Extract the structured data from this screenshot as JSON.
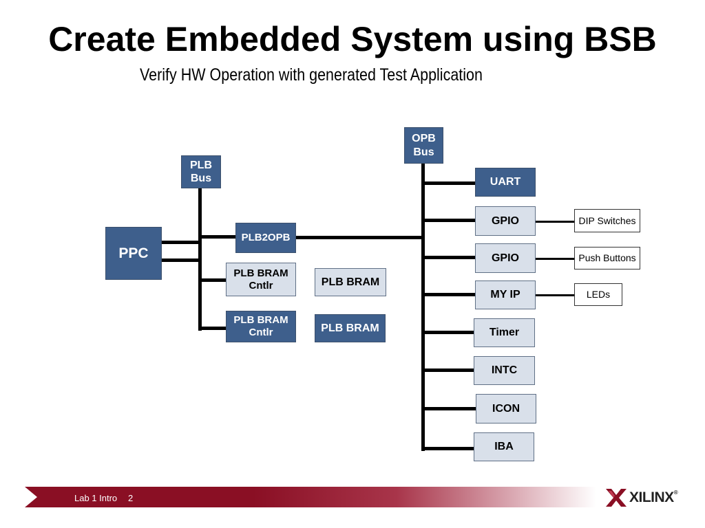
{
  "slide": {
    "title": "Create Embedded System using BSB",
    "subtitle": "Verify HW Operation with generated Test Application"
  },
  "diagram": {
    "ppc": "PPC",
    "plb_bus": "PLB\nBus",
    "plb2opb": "PLB2OPB",
    "bram_cntlr_1": "PLB BRAM\nCntlr",
    "bram_cntlr_2": "PLB BRAM\nCntlr",
    "bram_1": "PLB BRAM",
    "bram_2": "PLB BRAM",
    "opb_bus": "OPB\nBus",
    "opb_peripherals": [
      "UART",
      "GPIO",
      "GPIO",
      "MY IP",
      "Timer",
      "INTC",
      "ICON",
      "IBA"
    ],
    "external": [
      "DIP Switches",
      "Push Buttons",
      "LEDs"
    ]
  },
  "footer": {
    "label": "Lab 1 Intro",
    "page": "2",
    "logo": "XILINX",
    "logo_mark": "®"
  },
  "colors": {
    "dark_box": "#3e5f8c",
    "light_box": "#d9e0ea",
    "footer_bar": "#8a0f24"
  }
}
